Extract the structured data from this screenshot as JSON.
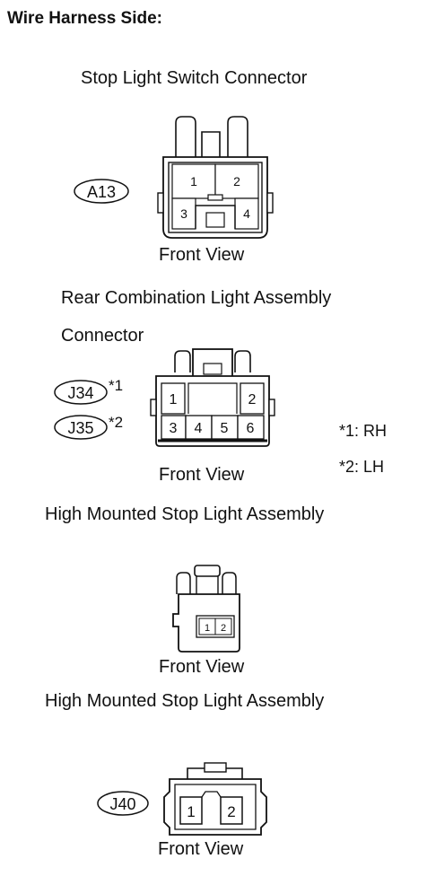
{
  "header": "Wire Harness Side:",
  "front_view_label": "Front View",
  "connectors": [
    {
      "title": "Stop Light Switch Connector",
      "codes": [
        "A13"
      ],
      "pins": [
        "1",
        "2",
        "3",
        "4"
      ]
    },
    {
      "title_line1": "Rear Combination Light Assembly",
      "title_line2": "Connector",
      "codes": [
        "J34",
        "J35"
      ],
      "code_notes": [
        "*1",
        "*2"
      ],
      "pins": [
        "1",
        "2",
        "3",
        "4",
        "5",
        "6"
      ],
      "notes": [
        "*1: RH",
        "*2: LH"
      ]
    },
    {
      "title": "High Mounted Stop Light Assembly",
      "codes": [],
      "pins": [
        "1",
        "2"
      ]
    },
    {
      "title": "High Mounted Stop Light Assembly",
      "codes": [
        "J40"
      ],
      "pins": [
        "1",
        "2"
      ]
    }
  ]
}
